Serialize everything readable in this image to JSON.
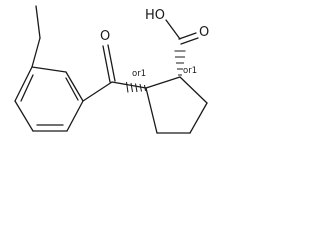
{
  "molecule": {
    "atom_labels": {
      "hydroxyl": "HO",
      "acid_carbonyl_oxygen": "O",
      "ketone_oxygen": "O"
    },
    "stereo_labels": {
      "c1": "or1",
      "c2": "or1"
    }
  }
}
